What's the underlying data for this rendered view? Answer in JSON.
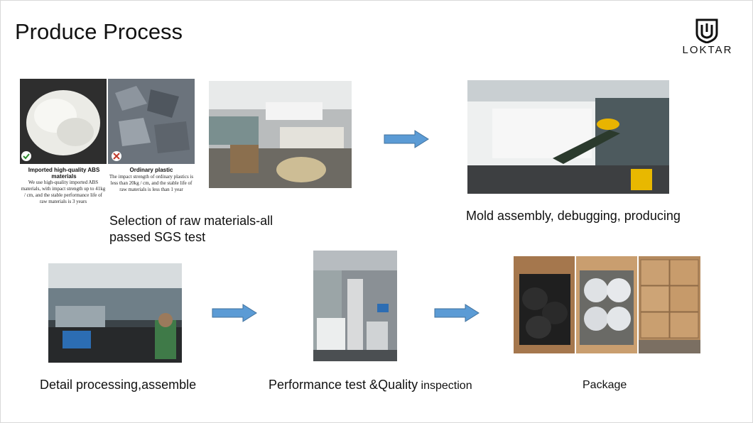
{
  "slide": {
    "title": "Produce Process",
    "logo_text": "LOKTAR"
  },
  "steps": [
    {
      "caption_line1": "Selection of raw materials-all",
      "caption_line2": "passed SGS test"
    },
    {
      "caption": "Mold assembly, debugging, producing"
    },
    {
      "caption": "Detail processing,assemble"
    },
    {
      "caption": "Performance test &Quality",
      "caption_tail": " inspection"
    },
    {
      "caption": "Package"
    }
  ],
  "materials": {
    "good_title": "Imported high-quality ABS materials",
    "good_text": "We use high-quality imported ABS materials, with impact strength up to 41kg / cm, and the stable performance life of raw materials is 3 years",
    "bad_title": "Ordinary plastic",
    "bad_text": "The impact strength of ordinary plastics is less than 20kg / cm, and the stable life of raw materials is less than 1 year"
  },
  "colors": {
    "arrow_fill": "#5b9bd5",
    "arrow_stroke": "#41719c",
    "check_badge": "#c0392b"
  }
}
